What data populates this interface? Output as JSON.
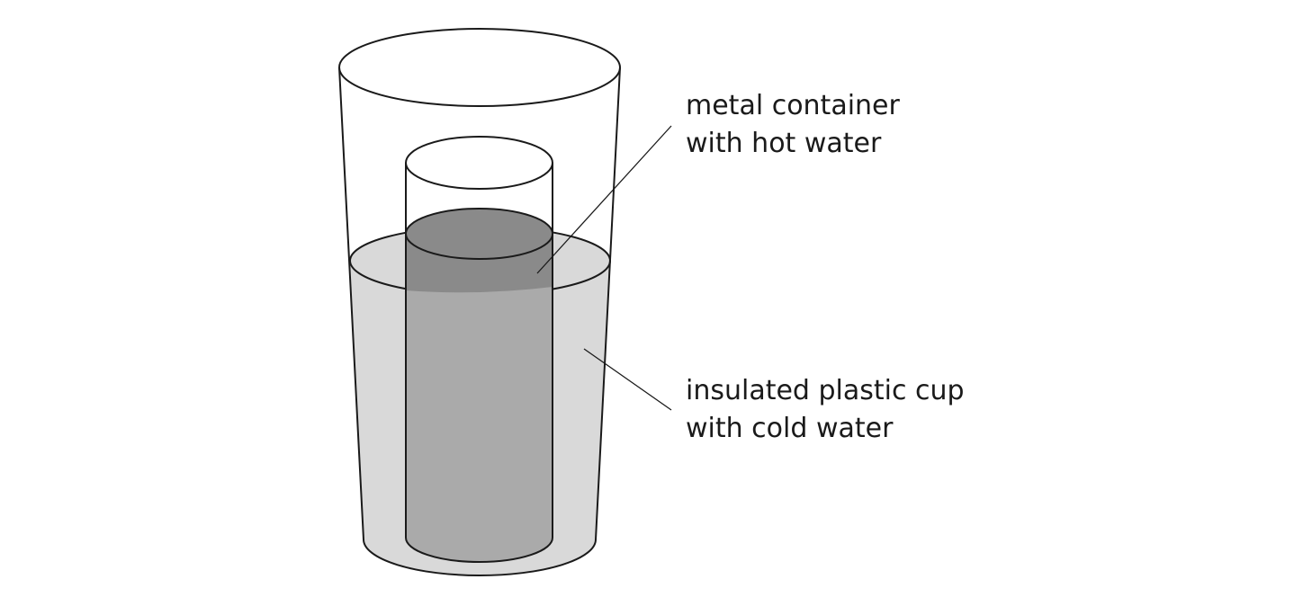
{
  "labels": {
    "metal_container": {
      "line1": "metal container",
      "line2": "with hot water"
    },
    "plastic_cup": {
      "line1": "insulated plastic cup",
      "line2": "with cold water"
    }
  },
  "colors": {
    "cold_water": "#d9d9d9",
    "hot_water_side": "#aaaaaa",
    "hot_water_surface": "#8a8a8a",
    "above_water_band": "#8a8a8a",
    "outline": "#1a1a1a"
  }
}
